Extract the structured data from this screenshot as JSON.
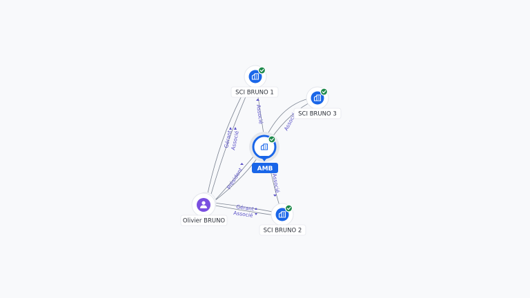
{
  "nodes": {
    "center": {
      "label": "AMB",
      "icon": "building-icon"
    },
    "sci1": {
      "label": "SCI BRUNO 1",
      "icon": "building-icon"
    },
    "sci2": {
      "label": "SCI BRUNO 2",
      "icon": "building-icon"
    },
    "sci3": {
      "label": "SCI BRUNO 3",
      "icon": "building-icon"
    },
    "person": {
      "label": "Olivier BRUNO",
      "icon": "person-icon"
    }
  },
  "edges": {
    "amb_sci1": "Associé",
    "amb_sci3": "Associé",
    "amb_sci2": "Associé",
    "person_amb": "Président",
    "person_sci1_a": "Gérant",
    "person_sci1_b": "Associé",
    "person_sci2_a": "Gérant",
    "person_sci2_b": "Associé"
  },
  "colors": {
    "company": "#1a66e8",
    "person": "#7a4fe0",
    "verified": "#1e8a4c",
    "relation_text": "#5b52c8"
  }
}
